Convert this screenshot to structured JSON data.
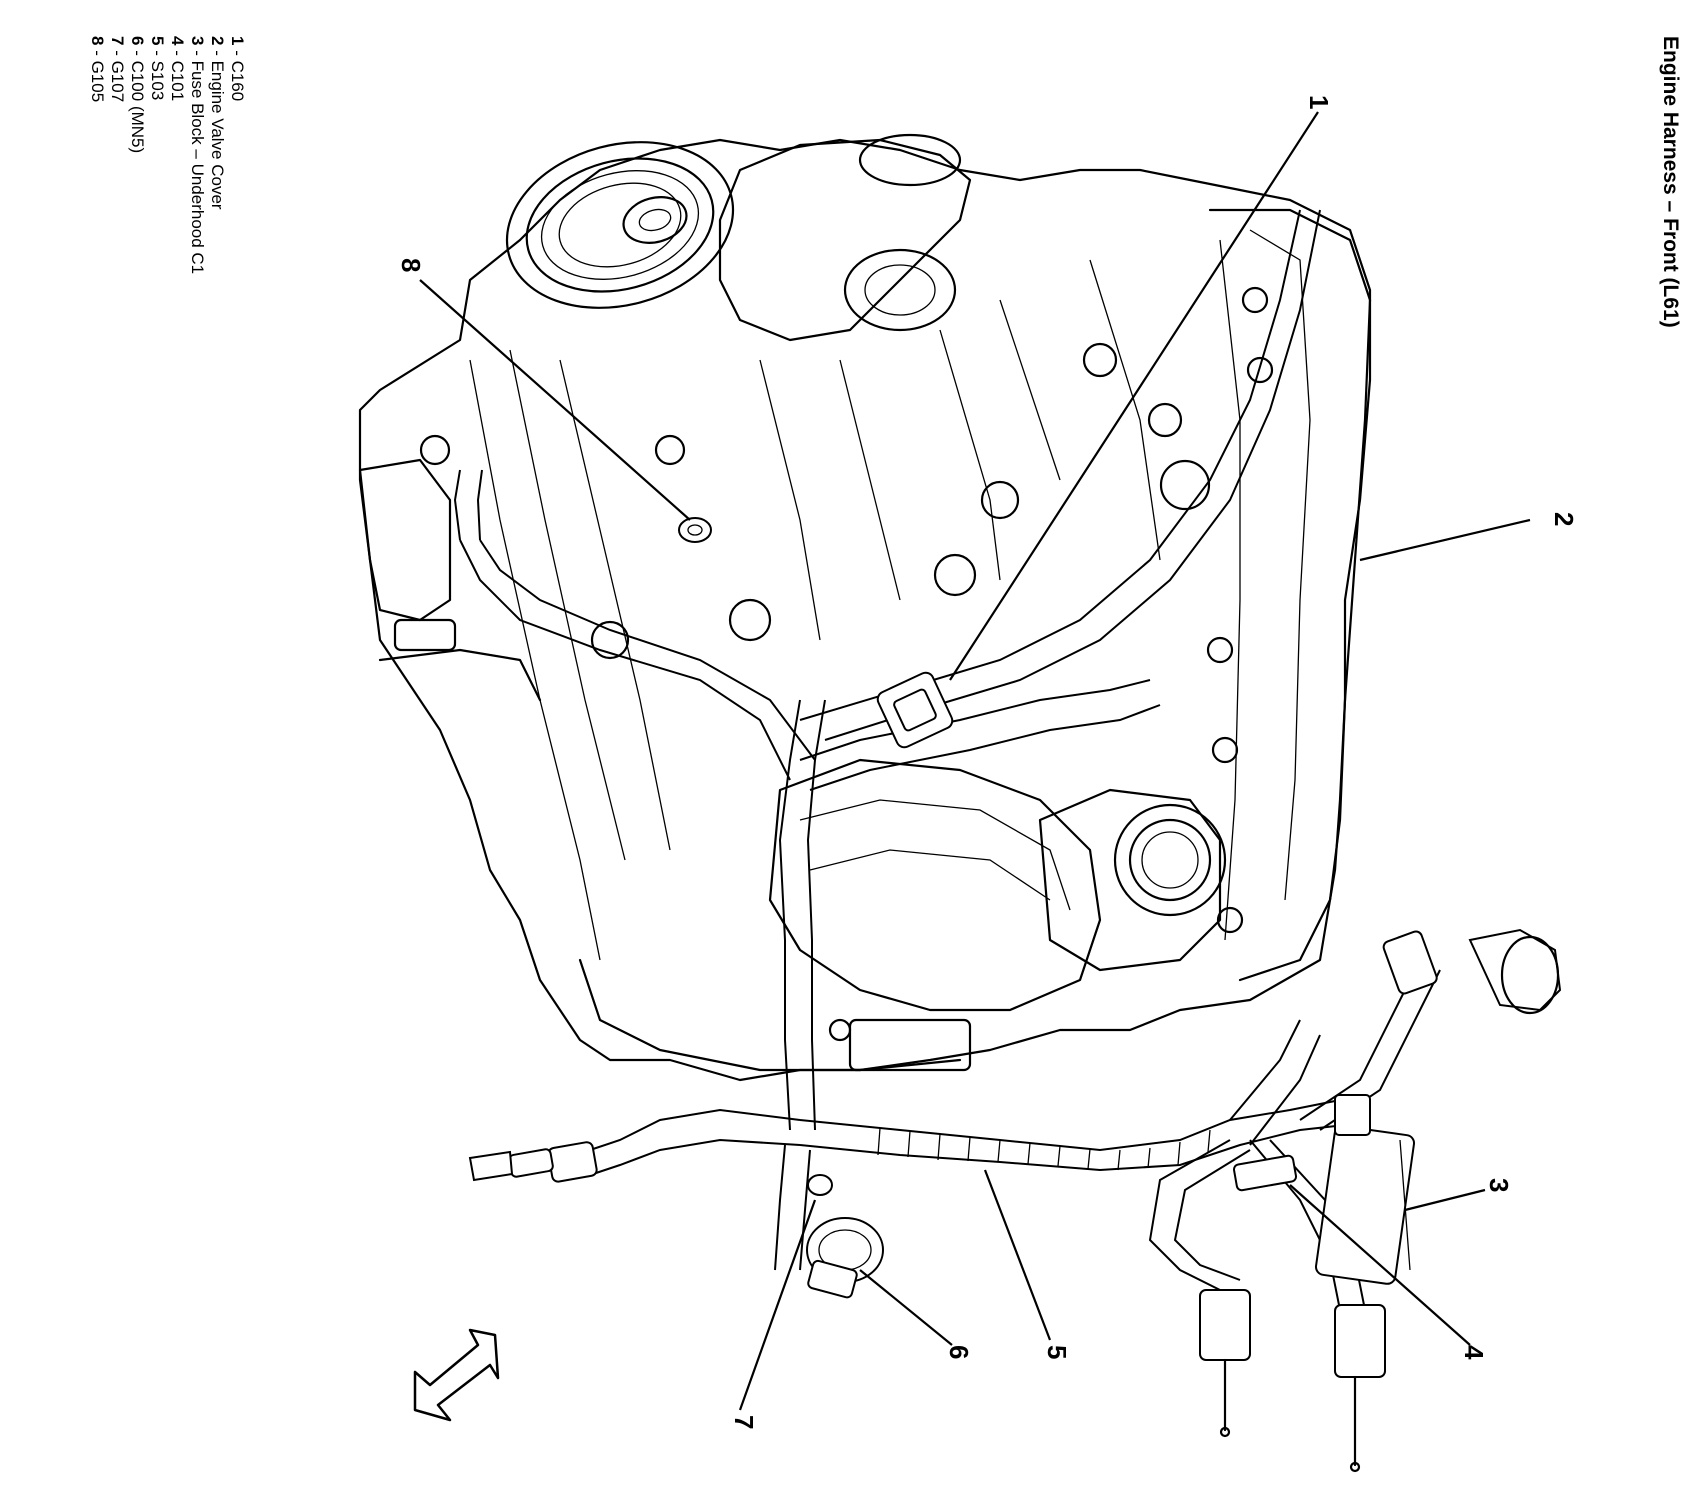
{
  "title": "Engine Harness – Front (L61)",
  "legend": [
    {
      "num": "1",
      "sep": " - ",
      "label": "C160"
    },
    {
      "num": "2",
      "sep": " - ",
      "label": "Engine Valve Cover"
    },
    {
      "num": "3",
      "sep": " - ",
      "label": "Fuse Block – Underhood C1"
    },
    {
      "num": "4",
      "sep": " - ",
      "label": "C101"
    },
    {
      "num": "5",
      "sep": " - ",
      "label": "S103"
    },
    {
      "num": "6",
      "sep": " - ",
      "label": "C100 (MN5)"
    },
    {
      "num": "7",
      "sep": " - ",
      "label": "G107"
    },
    {
      "num": "8",
      "sep": " - ",
      "label": "G105"
    }
  ],
  "callouts": [
    "1",
    "2",
    "3",
    "4",
    "5",
    "6",
    "7",
    "8"
  ]
}
